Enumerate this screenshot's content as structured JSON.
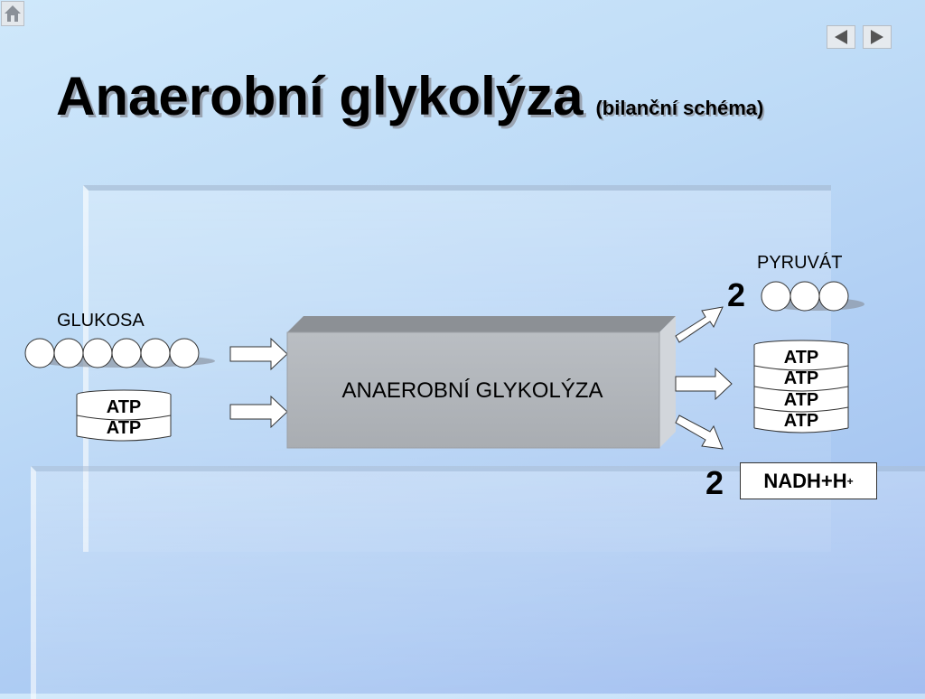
{
  "title": {
    "main": "Anaerobní glykolýza",
    "subtitle": "(bilanční schéma)"
  },
  "navigation": {
    "home_icon": "home-icon",
    "prev_icon": "triangle-left-icon",
    "next_icon": "triangle-right-icon"
  },
  "diagram": {
    "input": {
      "glucose_label": "GLUKOSA",
      "glucose_carbons": 6,
      "atp": [
        "ATP",
        "ATP"
      ]
    },
    "process_label": "ANAEROBNÍ GLYKOLÝZA",
    "output": {
      "pyruvate_label": "PYRUVÁT",
      "pyruvate_count": "2",
      "pyruvate_carbons": 3,
      "atp": [
        "ATP",
        "ATP",
        "ATP",
        "ATP"
      ],
      "nadh_count": "2",
      "nadh_label": "NADH+H",
      "nadh_superscript": "+"
    }
  },
  "colors": {
    "process_box_front": "#b4b8bd",
    "process_box_top": "#8c9095",
    "process_box_side": "#d0d4d9",
    "bead_fill": "#ffffff",
    "shadow": "#8c96a4"
  }
}
